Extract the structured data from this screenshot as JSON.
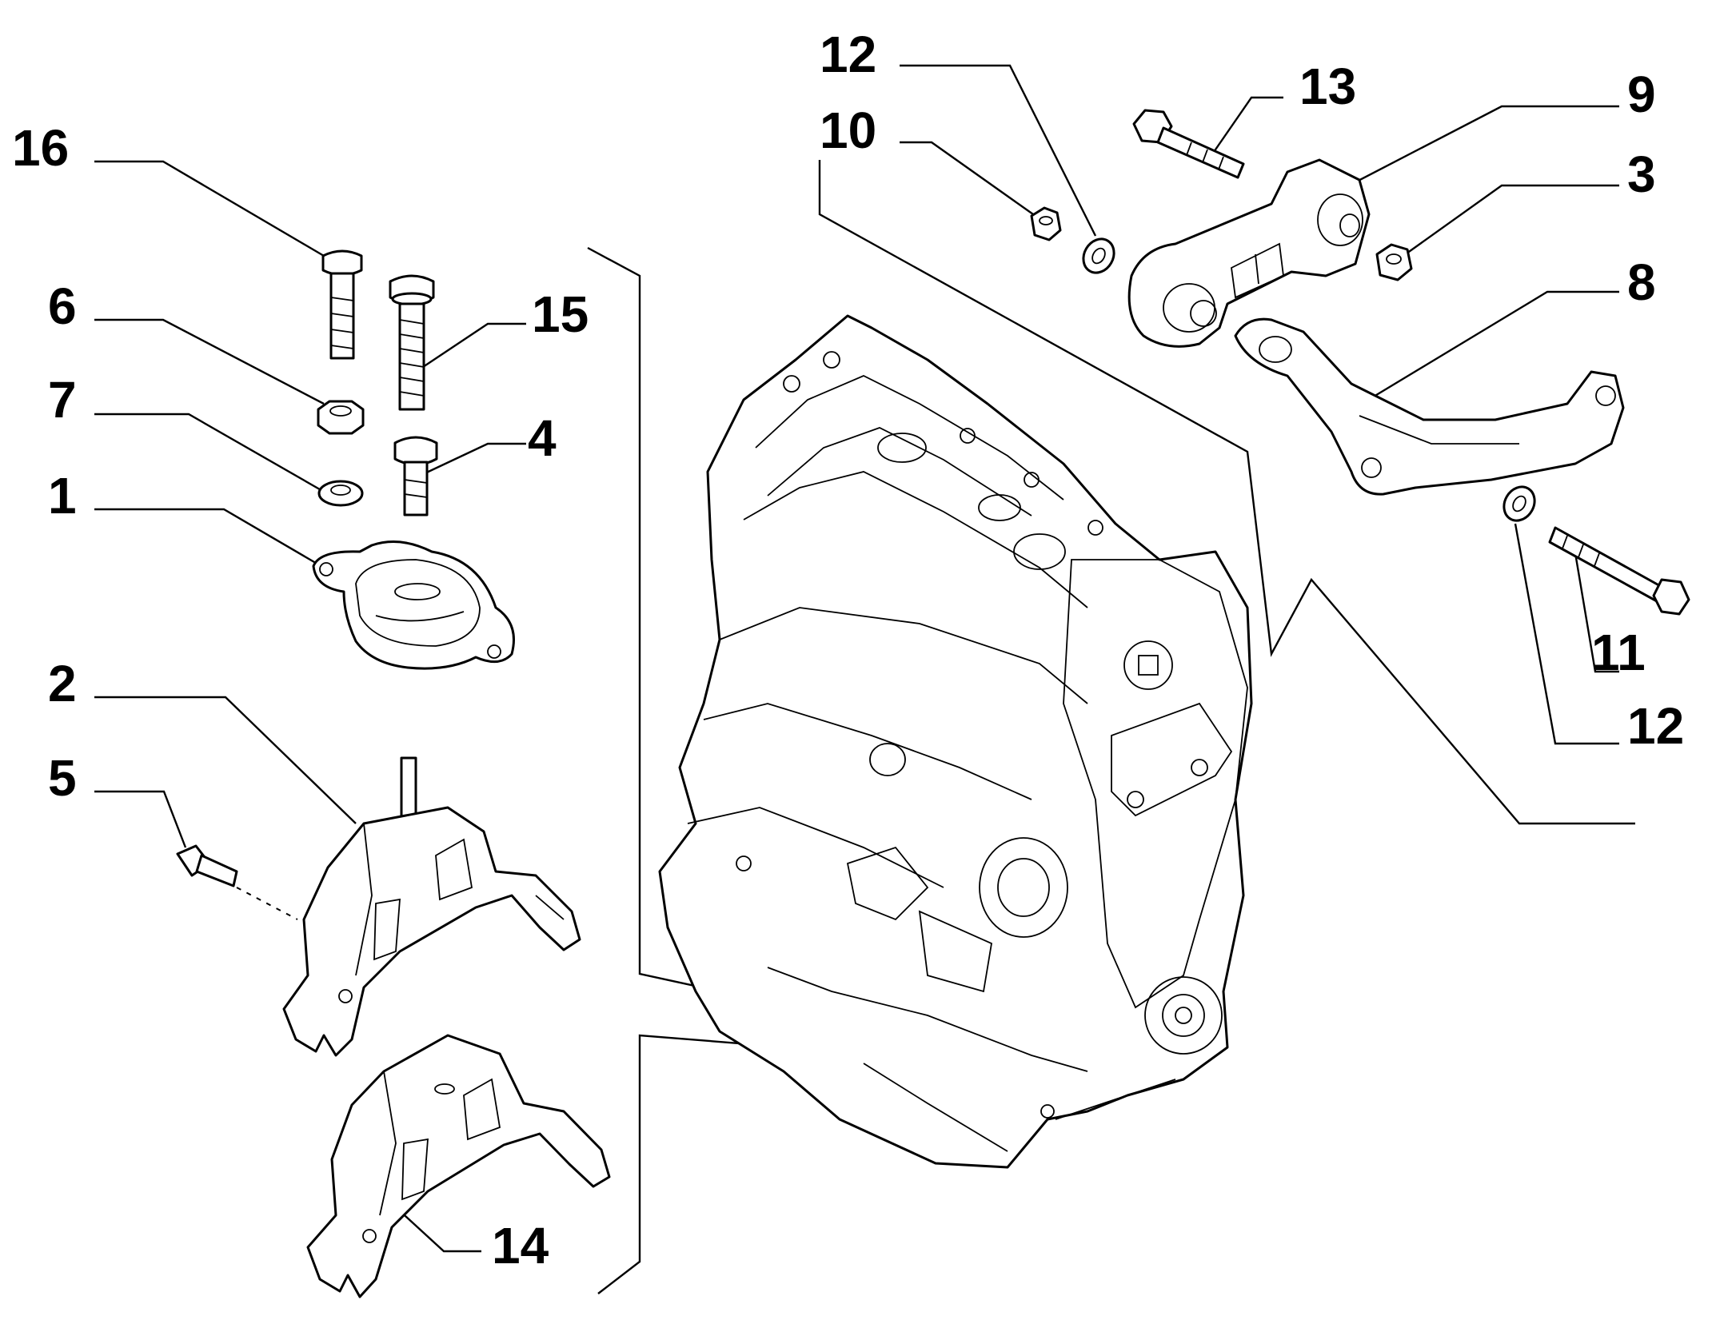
{
  "diagram": {
    "callouts": {
      "c16": "16",
      "c6": "6",
      "c7": "7",
      "c1": "1",
      "c2": "2",
      "c5": "5",
      "c15": "15",
      "c4": "4",
      "c14": "14",
      "c12a": "12",
      "c10": "10",
      "c13": "13",
      "c9": "9",
      "c3": "3",
      "c8": "8",
      "c11": "11",
      "c12b": "12"
    }
  }
}
